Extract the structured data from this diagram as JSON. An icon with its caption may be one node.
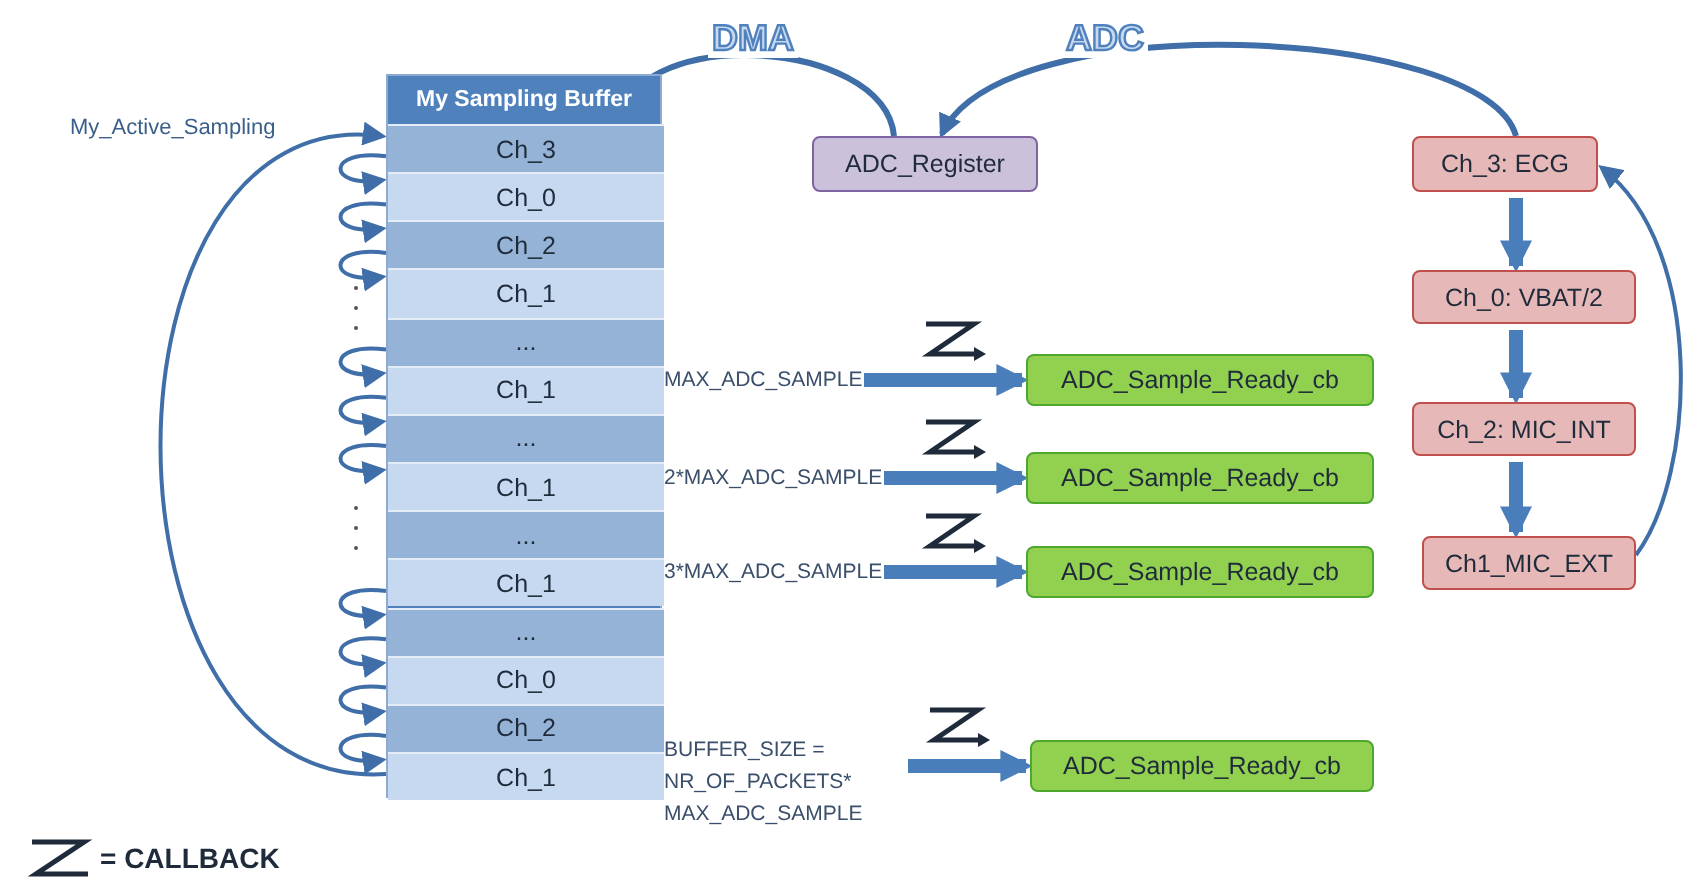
{
  "diagram": {
    "nodes": [
      {
        "text": [
          "My Sampling Buffer"
        ]
      },
      {
        "text": [
          "Ch_3"
        ],
        "in": 0
      },
      {
        "text": [
          "Ch_0"
        ],
        "in": 0
      },
      {
        "text": [
          "Ch_2"
        ],
        "in": 0
      },
      {
        "text": [
          "Ch_1"
        ],
        "in": 0
      },
      {
        "text": [
          "..."
        ],
        "in": 0
      },
      {
        "text": [
          "Ch_1"
        ],
        "in": 0
      },
      {
        "text": [
          "..."
        ],
        "in": 0
      },
      {
        "text": [
          "Ch_1"
        ],
        "in": 0
      },
      {
        "text": [
          "..."
        ],
        "in": 0
      },
      {
        "text": [
          "Ch_1"
        ],
        "in": 0
      },
      {
        "text": [
          "..."
        ],
        "in": 0
      },
      {
        "text": [
          "Ch_0"
        ],
        "in": 0
      },
      {
        "text": [
          "Ch_2"
        ],
        "in": 0
      },
      {
        "text": [
          "Ch_1"
        ],
        "in": 0
      },
      {
        "text": [
          "ADC_Register"
        ]
      },
      {
        "text": [
          "Ch_3: ECG"
        ]
      },
      {
        "text": [
          "Ch_0: VBAT/2"
        ]
      },
      {
        "text": [
          "Ch_2: MIC_INT"
        ]
      },
      {
        "text": [
          "Ch1_MIC_EXT"
        ]
      },
      {
        "text": [
          "MAX_ADC_SAMPLE"
        ]
      },
      {
        "text": [
          "ADC_Sample_Ready_cb"
        ]
      },
      {
        "text": [
          "2*MAX_ADC_SAMPLE"
        ]
      },
      {
        "text": [
          "ADC_Sample_Ready_cb"
        ]
      },
      {
        "text": [
          "3*MAX_ADC_SAMPLE"
        ]
      },
      {
        "text": [
          "ADC_Sample_Ready_cb"
        ]
      },
      {
        "text": [
          "BUFFER_SIZE = NR_OF_PACKETS* MAX_ADC_SAMPLE"
        ]
      },
      {
        "text": [
          "ADC_Sample_Ready_cb"
        ]
      }
    ],
    "edges": [
      {
        "from": 15,
        "to": 1,
        "arrow": "to",
        "label": "DMA"
      },
      {
        "from": 16,
        "to": 15,
        "arrow": "to",
        "label": "ADC"
      },
      {
        "from": 16,
        "to": 17,
        "arrow": "to",
        "style": "thick"
      },
      {
        "from": 17,
        "to": 18,
        "arrow": "to",
        "style": "thick"
      },
      {
        "from": 18,
        "to": 19,
        "arrow": "to",
        "style": "thick"
      },
      {
        "from": 19,
        "to": 16,
        "arrow": "to"
      },
      {
        "from": 14,
        "to": 1,
        "arrow": "to"
      },
      {
        "from": 1,
        "to": 2,
        "arrow": "to"
      },
      {
        "from": 2,
        "to": 3,
        "arrow": "to"
      },
      {
        "from": 3,
        "to": 4,
        "arrow": "to"
      },
      {
        "from": 5,
        "to": 6,
        "arrow": "to"
      },
      {
        "from": 6,
        "to": 7,
        "arrow": "to"
      },
      {
        "from": 7,
        "to": 8,
        "arrow": "to"
      },
      {
        "from": 10,
        "to": 11,
        "arrow": "to"
      },
      {
        "from": 11,
        "to": 12,
        "arrow": "to"
      },
      {
        "from": 12,
        "to": 13,
        "arrow": "to"
      },
      {
        "from": 13,
        "to": 14,
        "arrow": "to"
      },
      {
        "from": 20,
        "to": 21,
        "arrow": "to",
        "style": "thick"
      },
      {
        "from": 22,
        "to": 23,
        "arrow": "to",
        "style": "thick"
      },
      {
        "from": 24,
        "to": 25,
        "arrow": "to",
        "style": "thick"
      },
      {
        "from": 26,
        "to": 27,
        "arrow": "to",
        "style": "thick"
      }
    ],
    "labels": [
      "My_Active_Sampling"
    ],
    "legend": [
      {
        "text": "= CALLBACK"
      }
    ]
  }
}
